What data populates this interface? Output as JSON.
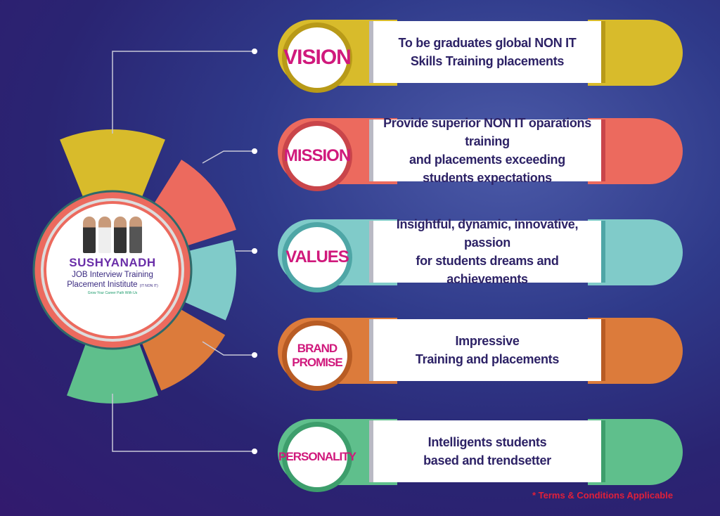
{
  "logo": {
    "brand": "SUSHYANADH",
    "line1": "JOB Interview Training",
    "line2": "Placement Inistitute",
    "suffix": "(IT NON IT)",
    "tagline": "Grow Your Career Path With Us"
  },
  "rows": [
    {
      "label": "VISION",
      "text": "To be graduates global NON IT\nSkills Training placements",
      "color": "#d8bb2b",
      "ring": "#b89a18"
    },
    {
      "label": "MISSION",
      "text": "Provide superior NON IT oparations training\nand placements exceeding\nstudents expectations",
      "color": "#ec6a5e",
      "ring": "#c9454a"
    },
    {
      "label": "VALUES",
      "text": "Insightful, dynamic, innovative, passion\nfor students dreams and achievements",
      "color": "#80cbc9",
      "ring": "#4ea6a6"
    },
    {
      "label": "BRAND\nPROMISE",
      "text": "Impressive\nTraining and placements",
      "color": "#dc7b3b",
      "ring": "#b85c24"
    },
    {
      "label": "PERSONALITY",
      "text": "Intelligents students\nbased and trendsetter",
      "color": "#5fbf8c",
      "ring": "#3d9e6c"
    }
  ],
  "footer": {
    "terms": "* Terms & Conditions Applicable"
  }
}
